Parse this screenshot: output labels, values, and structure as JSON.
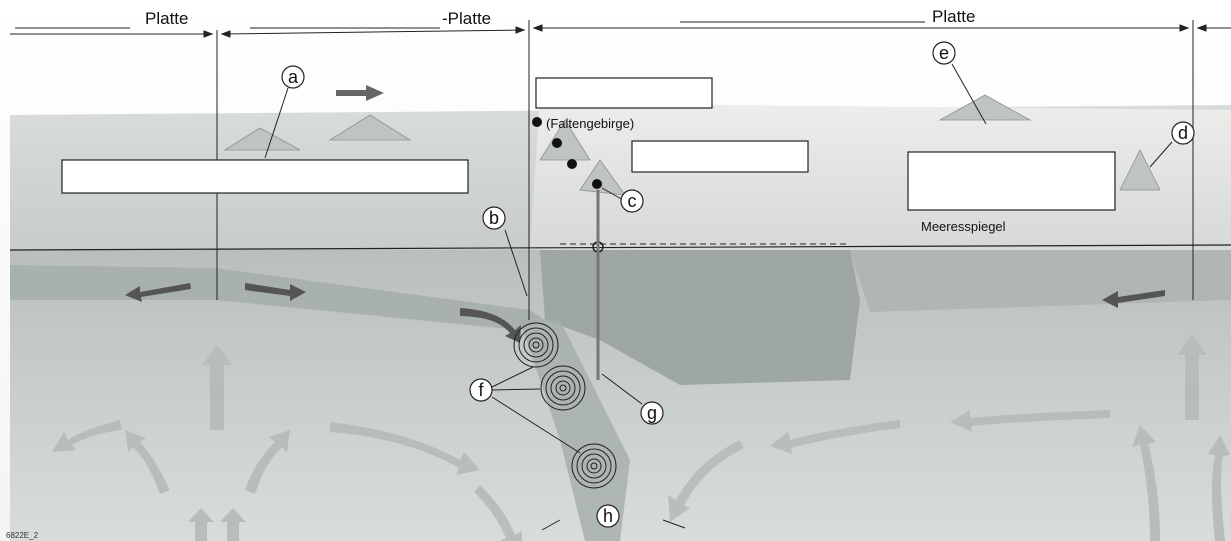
{
  "plates": {
    "left": "Platte",
    "middle": "-Platte",
    "right": "Platte"
  },
  "labels": {
    "fold_mountains": "(Faltengebirge)",
    "sea_level": "Meeresspiegel",
    "figure_code": "6822E_2"
  },
  "markers": [
    "a",
    "b",
    "c",
    "d",
    "e",
    "f",
    "g",
    "h"
  ],
  "blank_boxes_count": 4
}
